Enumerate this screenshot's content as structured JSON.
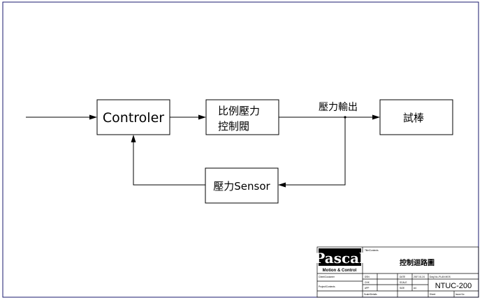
{
  "diagram": {
    "blocks": {
      "controller": "Controler",
      "valve_line1": "比例壓力",
      "valve_line2": "控制閥",
      "specimen": "試棒",
      "sensor": "壓力Sensor"
    },
    "labels": {
      "pressure_output": "壓力輸出"
    }
  },
  "title_block": {
    "logo_text": "Pascal",
    "logo_subtitle": "Motion & Control",
    "drawing_title": "控制迴路圖",
    "drawing_number": "NTUC-200",
    "rev_note": "Dwg No.-PLAN MOS",
    "field_title": "Title/Contents",
    "field_client": "Client/Customer",
    "field_project": "Project/Contents",
    "field_scale": "Scale/Details",
    "row_dsn": "DSN",
    "row_chk": "CHK",
    "row_app": "APP",
    "row_date": "DATE",
    "row_scale": "SCALE",
    "row_size": "SIZE",
    "date_val": "2007.01.24",
    "size_val": "A4",
    "sheet_label": "Sheet",
    "rev_label": "Issue No"
  },
  "colors": {
    "frame": "#1a1a6e",
    "line": "#000000"
  }
}
